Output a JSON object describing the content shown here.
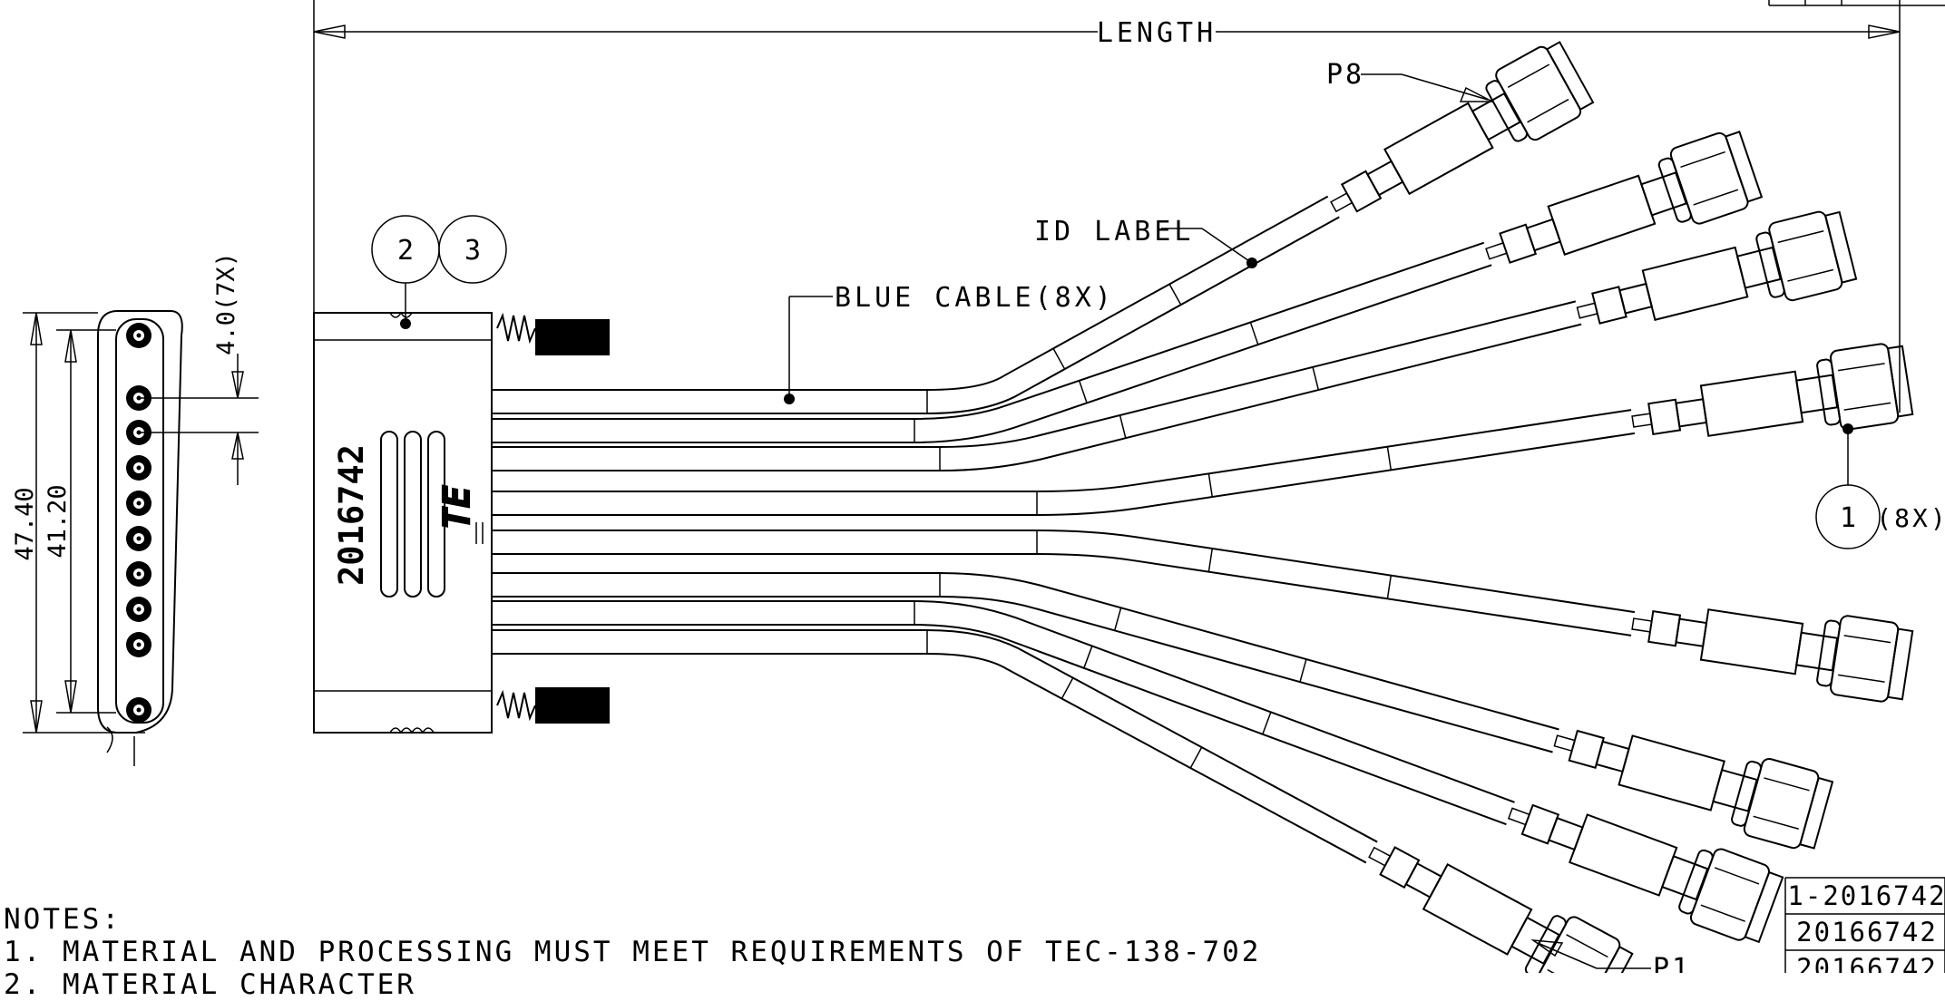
{
  "labels": {
    "length": "LENGTH",
    "p8": "P8",
    "p1": "P1",
    "id_label": "ID LABEL",
    "blue_cable": "BLUE CABLE(8X)",
    "pitch": "4.0(7X)",
    "dim_outer": "47.40",
    "dim_inner": "41.20",
    "housing_text": "2016742",
    "callout_1_mult": "(8X)"
  },
  "balloons": [
    "2",
    "3",
    "1"
  ],
  "notes": {
    "header": "NOTES:",
    "items": [
      "1. MATERIAL AND PROCESSING MUST MEET REQUIREMENTS OF TEC-138-702",
      "2. MATERIAL CHARACTER"
    ]
  },
  "part_table": [
    "1-2016742",
    "20166742",
    "20166742"
  ]
}
